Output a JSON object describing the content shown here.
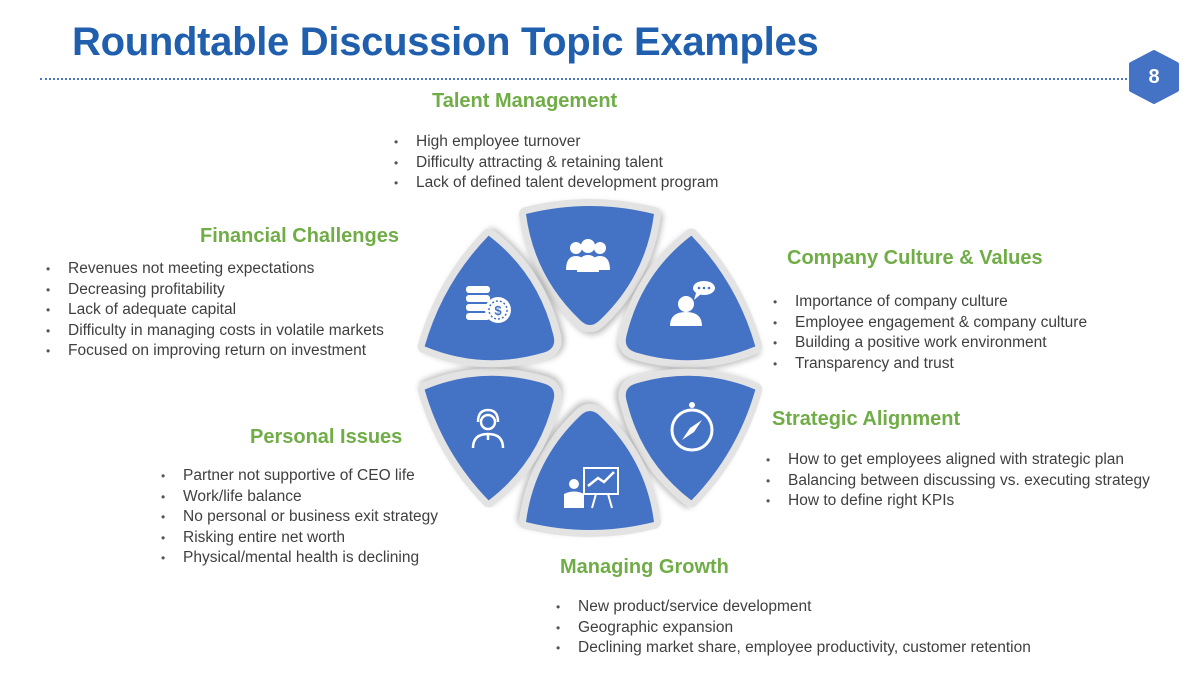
{
  "title": "Roundtable Discussion Topic Examples",
  "page_number": "8",
  "colors": {
    "title": "#1F5FAD",
    "heading": "#70AD47",
    "shape": "#4472C4",
    "text": "#3F3F3F"
  },
  "sections": {
    "talent": {
      "heading": "Talent Management",
      "items": [
        "High employee turnover",
        "Difficulty attracting & retaining talent",
        "Lack of defined talent development program"
      ],
      "icon": "people-group-icon"
    },
    "financial": {
      "heading": "Financial Challenges",
      "items": [
        "Revenues not meeting expectations",
        "Decreasing profitability",
        "Lack of adequate capital",
        "Difficulty in managing costs in volatile markets",
        "Focused on improving return on investment"
      ],
      "icon": "coins-dollar-icon"
    },
    "culture": {
      "heading": "Company Culture & Values",
      "items": [
        "Importance of company culture",
        "Employee engagement & company culture",
        "Building a positive work environment",
        "Transparency and trust"
      ],
      "icon": "person-speech-icon"
    },
    "strategic": {
      "heading": "Strategic Alignment",
      "items": [
        "How to get employees aligned with strategic plan",
        "Balancing between discussing vs.  executing strategy",
        "How to define right KPIs"
      ],
      "icon": "compass-icon"
    },
    "personal": {
      "heading": "Personal Issues",
      "items": [
        "Partner not supportive of CEO life",
        "Work/life balance",
        "No personal or business exit strategy",
        "Risking entire net worth",
        "Physical/mental health is declining"
      ],
      "icon": "headset-person-icon"
    },
    "growth": {
      "heading": "Managing Growth",
      "items": [
        "New product/service development",
        "Geographic expansion",
        "Declining market share, employee productivity, customer retention"
      ],
      "icon": "presentation-chart-icon"
    }
  }
}
